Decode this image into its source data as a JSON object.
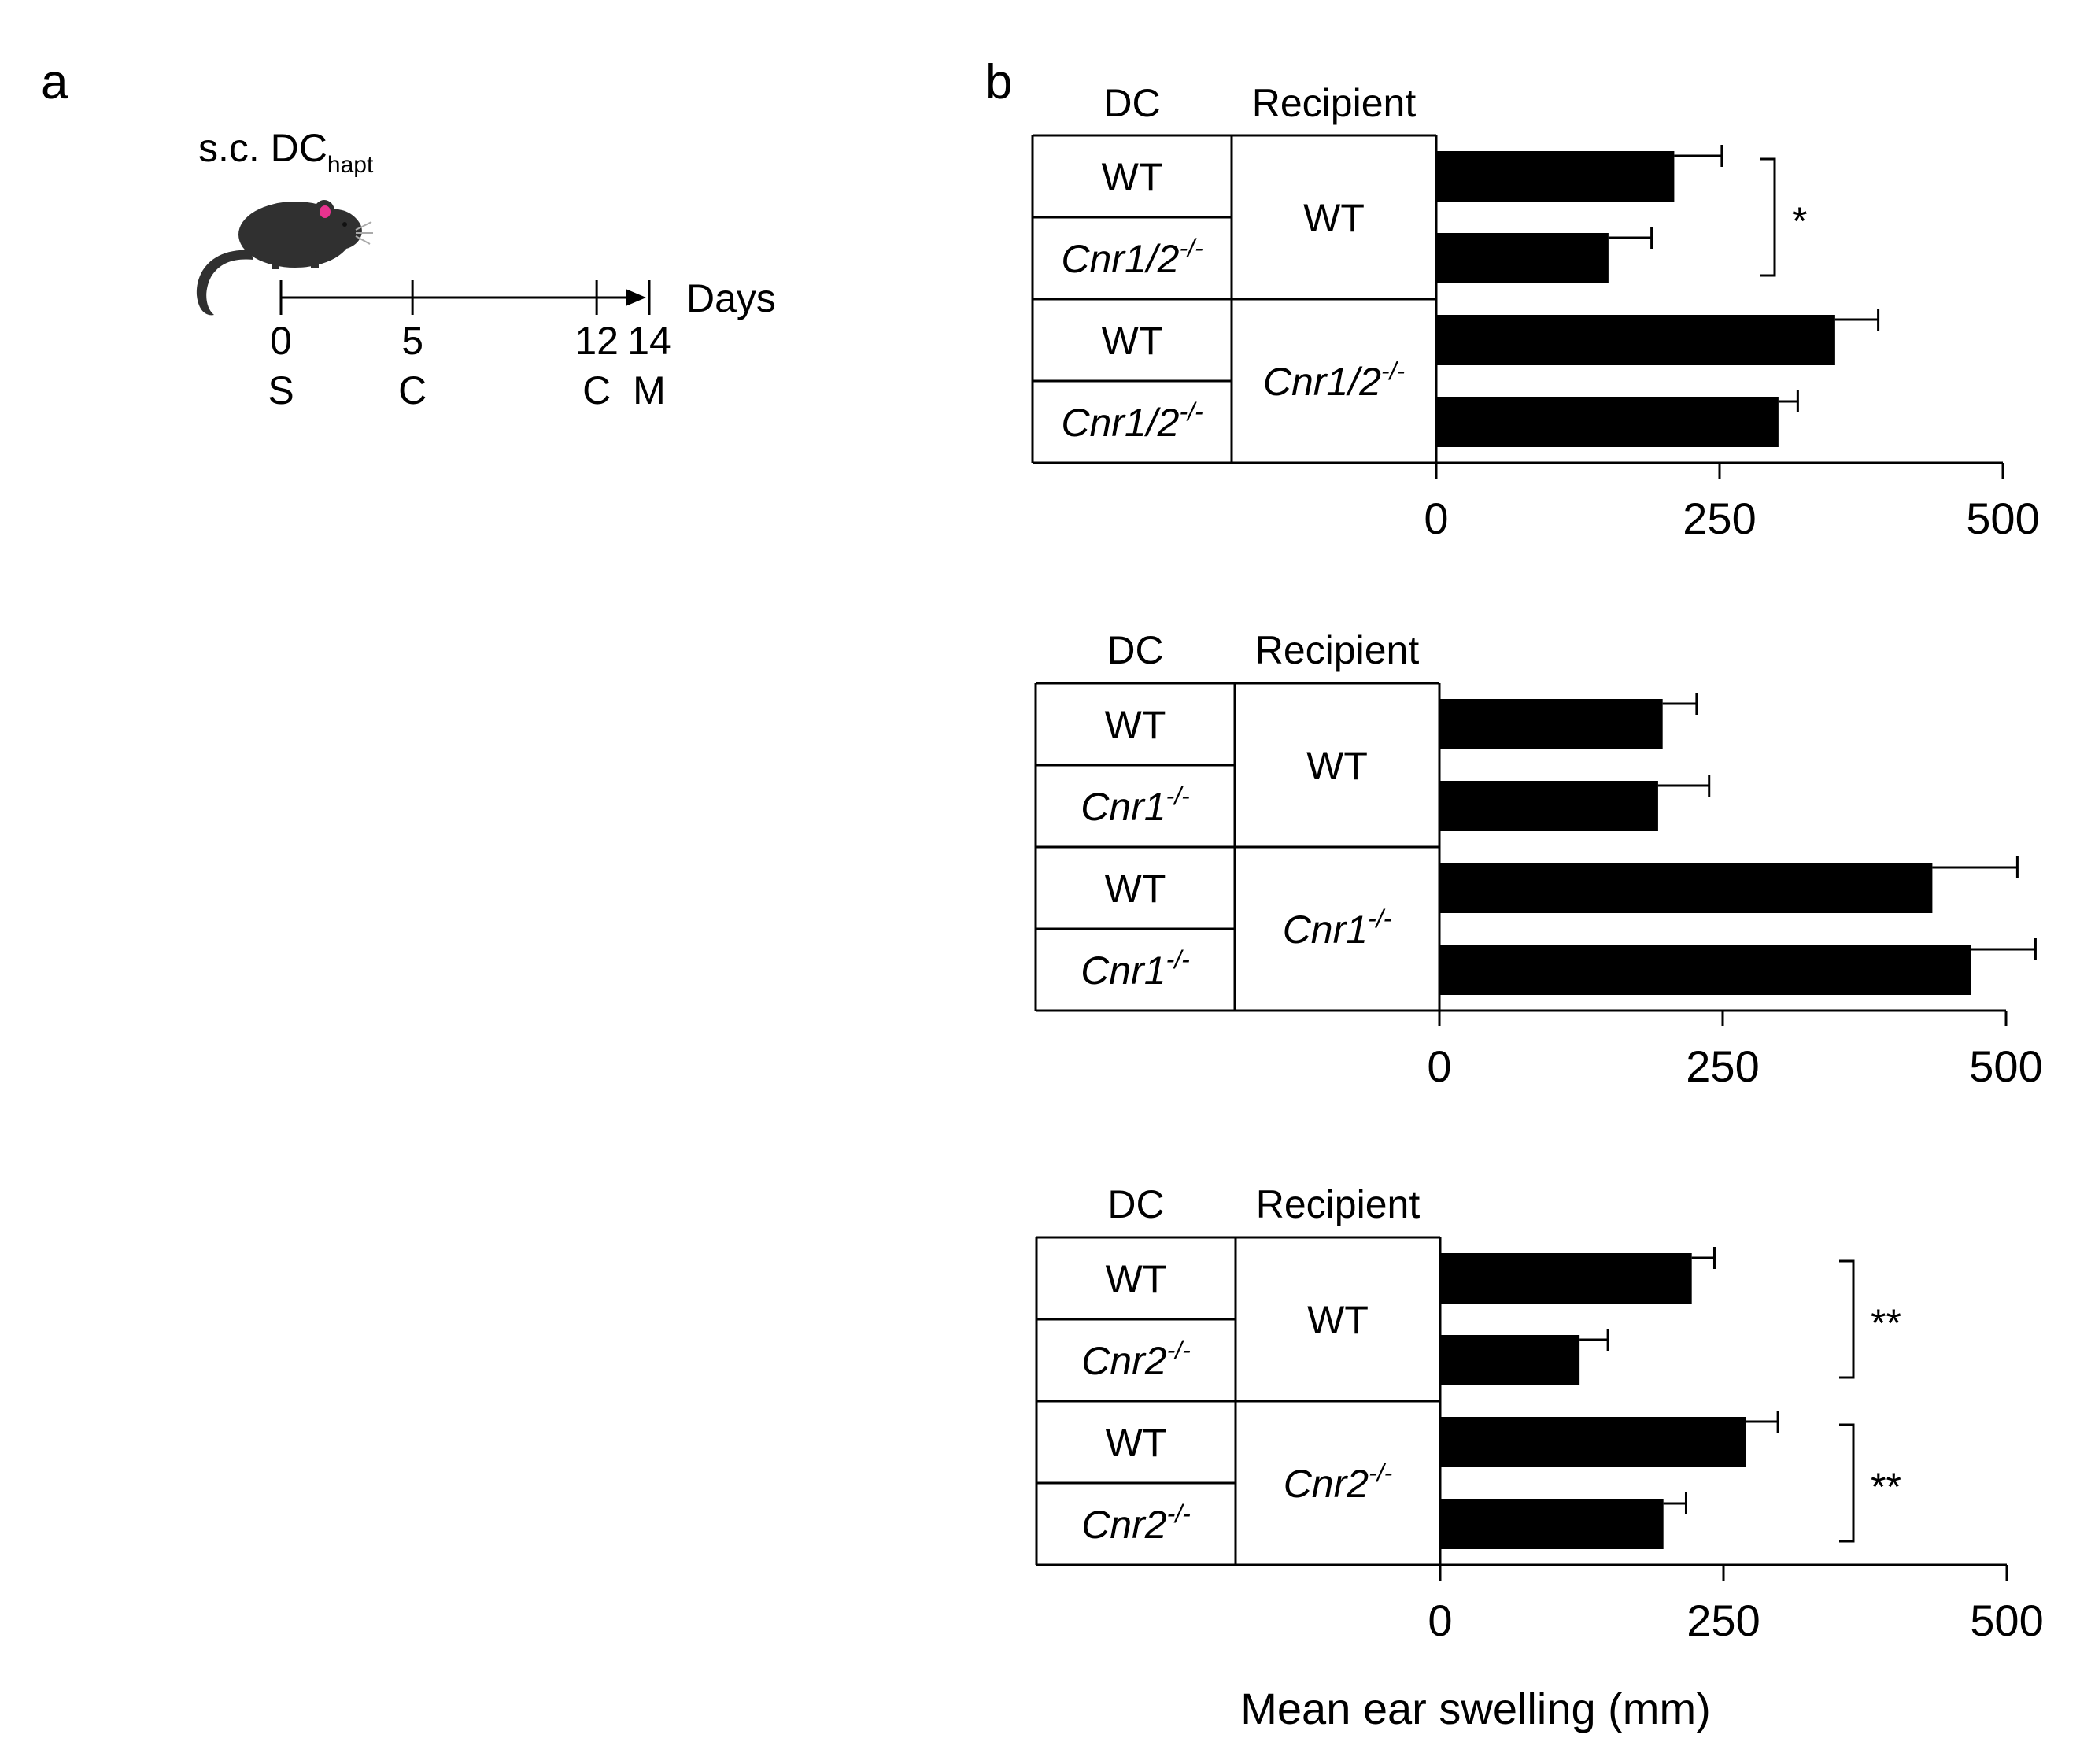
{
  "panel_a": {
    "letter": "a",
    "label": "s.c. DC",
    "label_sub": "hapt",
    "axis_label": "Days",
    "ticks": [
      {
        "day": "0",
        "event": "S"
      },
      {
        "day": "5",
        "event": "C"
      },
      {
        "day": "12",
        "event": "C"
      },
      {
        "day": "14",
        "event": "M"
      }
    ],
    "colors": {
      "mouse": "#303030",
      "ear": "#e8338f"
    }
  },
  "panel_b": {
    "letter": "b",
    "xlabel": "Mean ear swelling (mm)"
  },
  "chart_data": [
    {
      "type": "bar",
      "orientation": "horizontal",
      "headers": {
        "dc": "DC",
        "recipient": "Recipient"
      },
      "groups": [
        {
          "recipient": "WT",
          "recipient_sup": "",
          "rows": [
            {
              "dc": "WT",
              "dc_sup": "",
              "value": 210,
              "error": 42
            },
            {
              "dc": "Cnr1/2",
              "dc_sup": "-/-",
              "value": 152,
              "error": 38
            }
          ]
        },
        {
          "recipient": "Cnr1/2",
          "recipient_sup": "-/-",
          "rows": [
            {
              "dc": "WT",
              "dc_sup": "",
              "value": 352,
              "error": 38
            },
            {
              "dc": "Cnr1/2",
              "dc_sup": "-/-",
              "value": 302,
              "error": 17
            }
          ]
        }
      ],
      "significance": [
        {
          "rows": [
            0,
            1
          ],
          "label": "*"
        }
      ],
      "xlim": [
        0,
        500
      ],
      "xticks": [
        0,
        250,
        500
      ],
      "bar_color": "#000000"
    },
    {
      "type": "bar",
      "orientation": "horizontal",
      "headers": {
        "dc": "DC",
        "recipient": "Recipient"
      },
      "groups": [
        {
          "recipient": "WT",
          "recipient_sup": "",
          "rows": [
            {
              "dc": "WT",
              "dc_sup": "",
              "value": 197,
              "error": 30
            },
            {
              "dc": "Cnr1",
              "dc_sup": "-/-",
              "value": 193,
              "error": 45
            }
          ]
        },
        {
          "recipient": "Cnr1",
          "recipient_sup": "-/-",
          "rows": [
            {
              "dc": "WT",
              "dc_sup": "",
              "value": 435,
              "error": 75
            },
            {
              "dc": "Cnr1",
              "dc_sup": "-/-",
              "value": 469,
              "error": 57
            }
          ]
        }
      ],
      "significance": [],
      "xlim": [
        0,
        500
      ],
      "xticks": [
        0,
        250,
        500
      ],
      "bar_color": "#000000"
    },
    {
      "type": "bar",
      "orientation": "horizontal",
      "headers": {
        "dc": "DC",
        "recipient": "Recipient"
      },
      "groups": [
        {
          "recipient": "WT",
          "recipient_sup": "",
          "rows": [
            {
              "dc": "WT",
              "dc_sup": "",
              "value": 222,
              "error": 20
            },
            {
              "dc": "Cnr2",
              "dc_sup": "-/-",
              "value": 123,
              "error": 25
            }
          ]
        },
        {
          "recipient": "Cnr2",
          "recipient_sup": "-/-",
          "rows": [
            {
              "dc": "WT",
              "dc_sup": "",
              "value": 270,
              "error": 28
            },
            {
              "dc": "Cnr2",
              "dc_sup": "-/-",
              "value": 197,
              "error": 20
            }
          ]
        }
      ],
      "significance": [
        {
          "rows": [
            0,
            1
          ],
          "label": "**"
        },
        {
          "rows": [
            2,
            3
          ],
          "label": "**"
        }
      ],
      "xlim": [
        0,
        500
      ],
      "xticks": [
        0,
        250,
        500
      ],
      "bar_color": "#000000"
    }
  ]
}
